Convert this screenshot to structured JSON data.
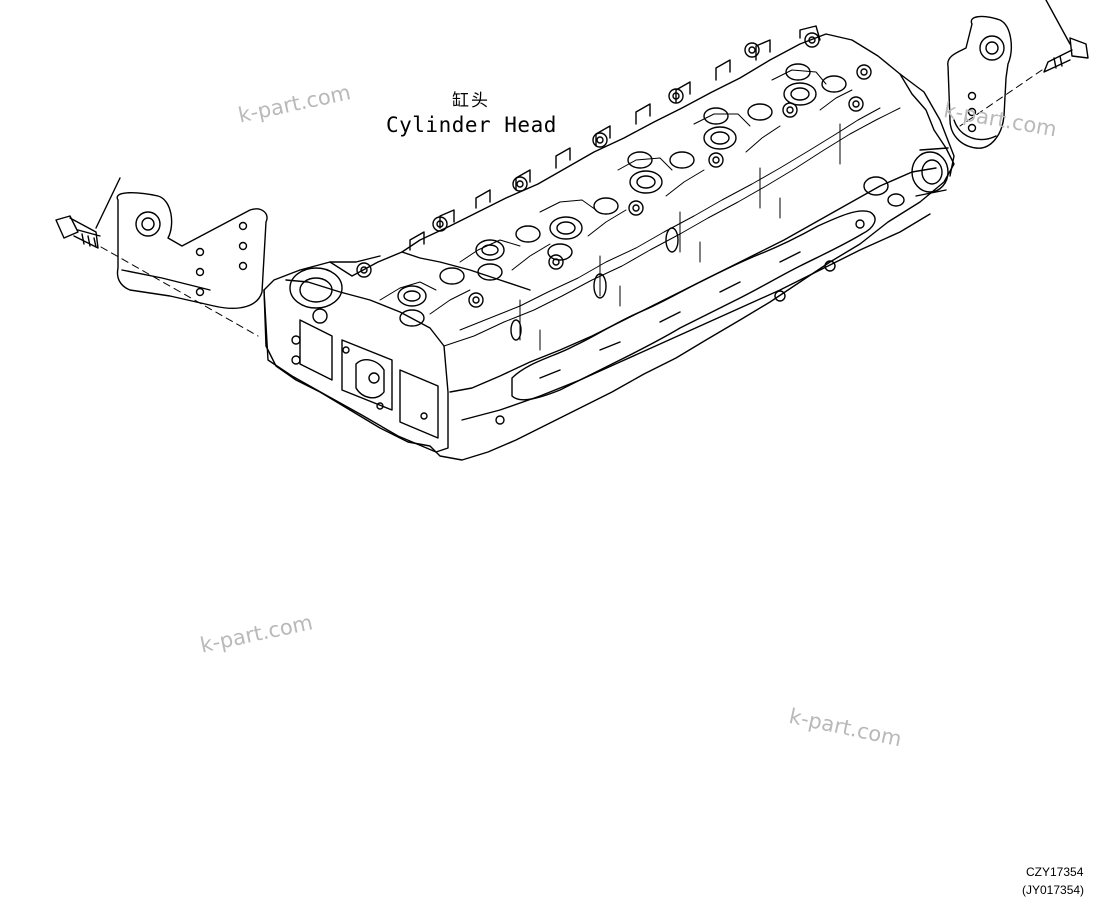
{
  "labels": {
    "part_name_cn": "缸头",
    "part_name_en": "Cylinder Head"
  },
  "watermarks": [
    "k-part.com",
    "k-part.com",
    "k-part.com",
    "k-part.com"
  ],
  "drawing_codes": {
    "primary": "CZY17354",
    "secondary": "(JY017354)"
  },
  "colors": {
    "line": "#000000",
    "watermark": "#b9b9b9",
    "background": "#ffffff"
  }
}
